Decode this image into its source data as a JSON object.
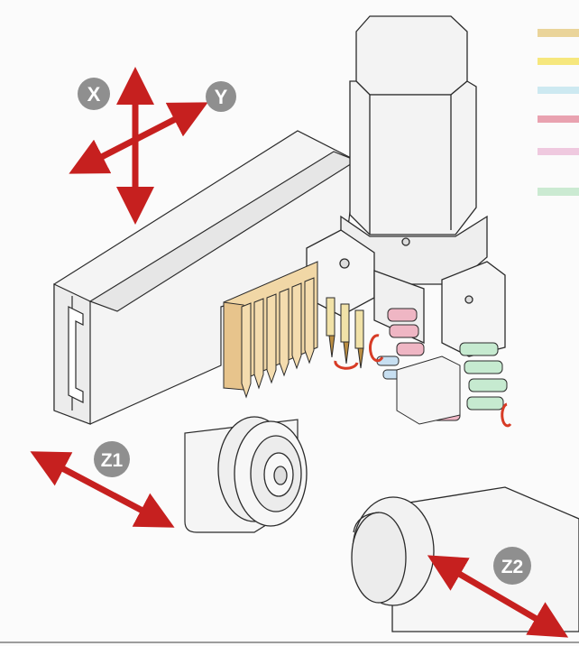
{
  "diagram": {
    "axis_labels": {
      "x": "X",
      "y": "Y",
      "z1": "Z1",
      "z2": "Z2"
    },
    "colors": {
      "arrow": "#c6201f",
      "badge": "#8f8f8f",
      "machine_fill": "#f4f4f4",
      "machine_stroke": "#2b2b2b",
      "gang_tools": "#f1d7a6",
      "pink_tools": "#efb6c4",
      "green_tools": "#c6ead0",
      "blue_tools": "#c7dff1",
      "rotation_arrow": "#d73b25"
    },
    "legend_swatches": [
      {
        "color": "#ead49a"
      },
      {
        "color": "#f6e77d"
      },
      {
        "color": "#cde9f1"
      },
      {
        "color": "#e9a2b0"
      },
      {
        "color": "#efc9df"
      },
      {
        "color": "#cbead2"
      }
    ]
  }
}
